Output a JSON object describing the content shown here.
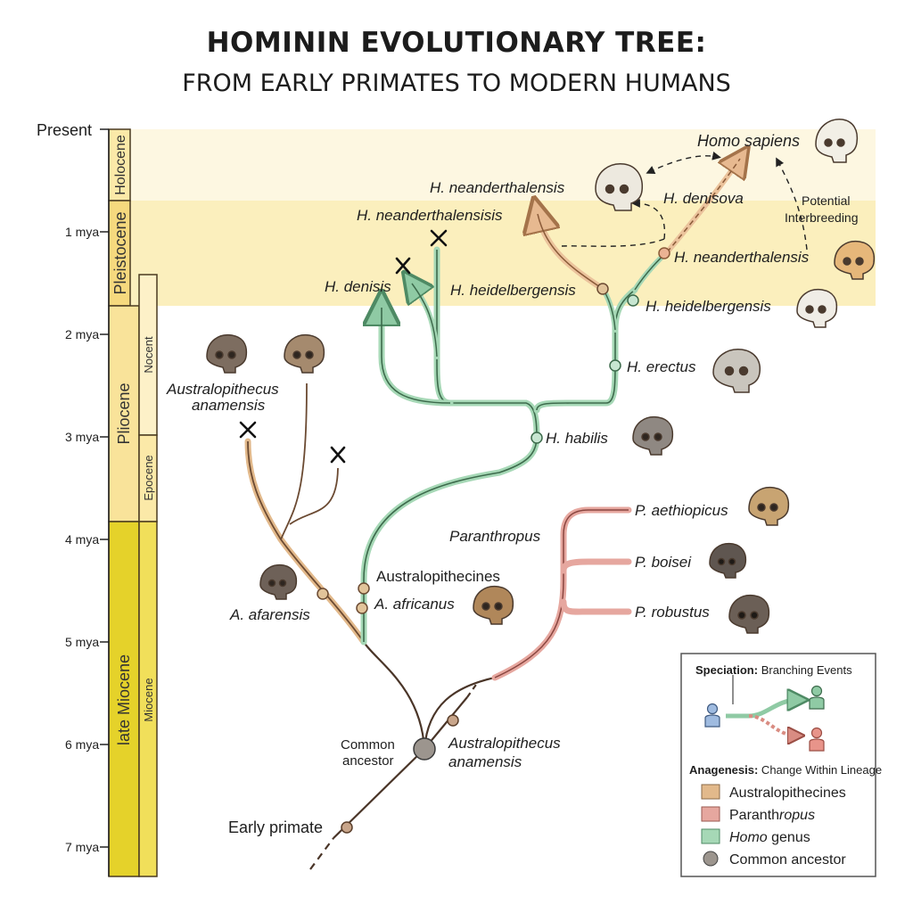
{
  "title": {
    "line1": "HOMININ EVOLUTIONARY TREE:",
    "line2": "FROM EARLY PRIMATES TO MODERN HUMANS"
  },
  "time_axis": {
    "ticks": [
      "Present",
      "1 mya",
      "2 mya",
      "3 mya",
      "4 mya",
      "5 mya",
      "6 mya",
      "7 mya"
    ]
  },
  "epochs": {
    "holocene": "Holocene",
    "pleistocene": "Pleistocene",
    "pliocene": "Pliocene",
    "late_miocene": "late Miocene",
    "nocent": "Nocent",
    "epocene": "Epocene",
    "miocene": "Miocene"
  },
  "species": {
    "homo_sapiens": "Homo sapiens",
    "neanderthalensis_top": "H. neanderthalensis",
    "neanderthalensisis": "H. neanderthalensisis",
    "denisova": "H. denisova",
    "denisis": "H. denisis",
    "heidelbergensis_left": "H. heidelbergensis",
    "neanderthalensis_right": "H. neanderthalensis",
    "heidelbergensis_right": "H. heidelbergensis",
    "erectus": "H. erectus",
    "habilis": "H. habilis",
    "australopithecus_anamensis_top_1": "Australopithecus",
    "australopithecus_anamensis_top_2": "anamensis",
    "afarensis": "A. afarensis",
    "australopithecines": "Australopithecines",
    "africanus": "A. africanus",
    "paranthropus": "Paranthropus",
    "aethiopicus": "P. aethiopicus",
    "boisei": "P. boisei",
    "robustus": "P. robustus",
    "common_ancestor_1": "Common",
    "common_ancestor_2": "ancestor",
    "australopithecus_anamensis_bottom_1": "Australopithecus",
    "australopithecus_anamensis_bottom_2": "anamensis",
    "early_primate": "Early primate"
  },
  "annotations": {
    "potential_1": "Potential",
    "potential_2": "Interbreeding"
  },
  "legend": {
    "speciation_bold": "Speciation:",
    "speciation_rest": " Branching Events",
    "anagenesis_bold": "Anagenesis:",
    "anagenesis_rest": " Change Within Lineage",
    "australopithecines": "Australopithecines",
    "paranthropus_a": "Paranth",
    "paranthropus_b": "ropus",
    "homo_a": "Homo",
    "homo_b": " genus",
    "common_ancestor": "Common ancestor"
  },
  "colors": {
    "australopithecines": "#d9ad7c",
    "paranthropus": "#d98c82",
    "homo": "#8fcaa4",
    "common_ancestor": "#9c958e",
    "trunk": "#4a3528",
    "band_holocene": "#fdf7e1",
    "band_pleistocene": "#fbefbd",
    "bar_holocene": "#fbe9a8",
    "bar_pleistocene": "#f6d97e",
    "bar_miocene": "#e5d22a"
  }
}
